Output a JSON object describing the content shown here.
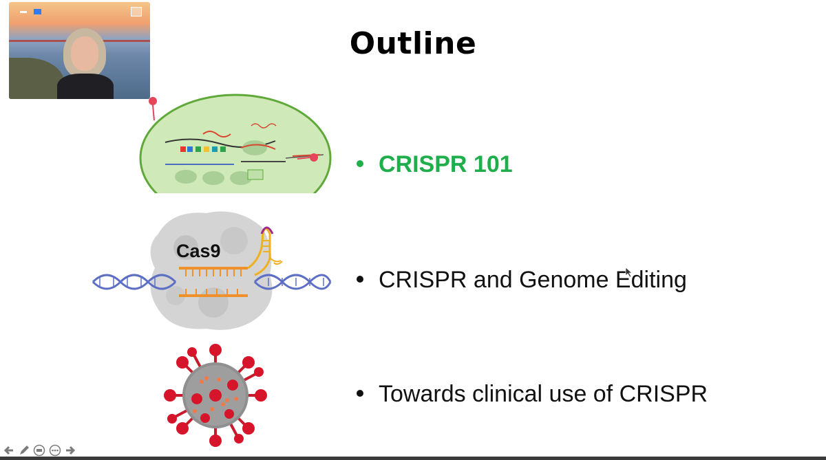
{
  "slide": {
    "title": "Outline",
    "bullets": [
      {
        "text": "CRISPR 101",
        "highlighted": true,
        "color": "#1fae4b"
      },
      {
        "text": "CRISPR and Genome Editing",
        "highlighted": false
      },
      {
        "text": "Towards clinical use of CRISPR",
        "highlighted": false
      }
    ],
    "illustrations": {
      "cell_diagram": "crispr-bacterial-immunity-diagram",
      "cas9_label": "Cas9",
      "virus": "virus-particle"
    }
  },
  "video_tile": {
    "controls": [
      "minimize-icon",
      "camera-icon",
      "view-toggle-icon"
    ]
  },
  "toolbar": {
    "icons": [
      "arrow-left-icon",
      "pen-icon",
      "subtitles-icon",
      "more-icon",
      "arrow-right-icon"
    ]
  },
  "colors": {
    "highlight": "#1fae4b",
    "cas9_orange": "#f0902a",
    "dna_blue": "#5d6fc4",
    "virus_red": "#d6152b",
    "cell_green": "#cfe9b8"
  }
}
